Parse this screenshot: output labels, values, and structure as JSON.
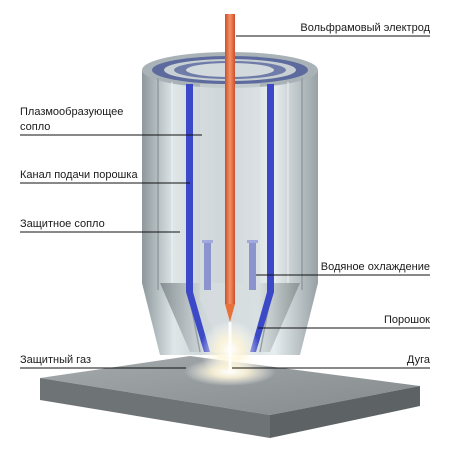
{
  "labels": {
    "tungsten_electrode": "Вольфрамовый электрод",
    "plasma_nozzle_line1": "Плазмообразующее",
    "plasma_nozzle_line2": "сопло",
    "powder_channel": "Канал подачи порошка",
    "shield_nozzle": "Защитное сопло",
    "water_cooling": "Водяное охлаждение",
    "powder": "Порошок",
    "shield_gas": "Защитный газ",
    "arc": "Дуга"
  },
  "colors": {
    "electrode": "#e8703a",
    "cooling_channel": "#3b48c8",
    "nozzle_steel": "#b9c3c8",
    "plate": "#8f9597",
    "arc_glow": "#fff6d8"
  }
}
